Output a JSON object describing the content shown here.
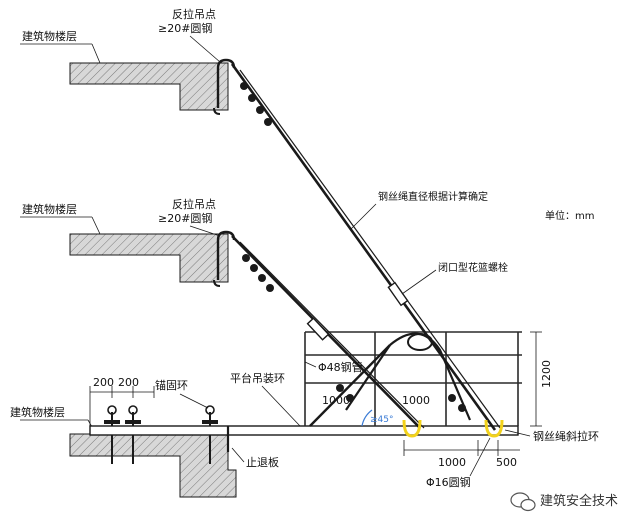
{
  "labels": {
    "building_floor_1": "建筑物楼层",
    "anchor_point_1": "反拉吊点",
    "anchor_steel_1": "≥20#圆钢",
    "building_floor_2": "建筑物楼层",
    "anchor_point_2": "反拉吊点",
    "anchor_steel_2": "≥20#圆钢",
    "wire_rope_diameter": "钢丝绳直径根据计算确定",
    "unit": "单位：mm",
    "turnbuckle": "闭口型花篮螺栓",
    "steel_pipe": "Φ48钢管",
    "lifting_ring": "平台吊装环",
    "anchor_ring": "锚固环",
    "building_floor_3": "建筑物楼层",
    "stop_plate": "止退板",
    "dim_200a": "200",
    "dim_200b": "200",
    "dim_1200": "1200",
    "dim_1000_a": "1000",
    "dim_1000_b": "1000",
    "dim_1000_bottom": "1000",
    "dim_500": "500",
    "round_steel": "Φ16圆钢",
    "wire_pull_ring": "钢丝绳斜拉环",
    "angle": "≥45°",
    "watermark": "建筑安全技术"
  },
  "colors": {
    "line": "#1a1a1a",
    "accent_yellow": "#f2d21b",
    "accent_blue": "#3a7bd5"
  }
}
